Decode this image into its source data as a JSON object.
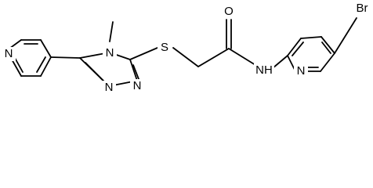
{
  "structure": {
    "atoms": [
      {
        "element": "N",
        "label": "N"
      },
      {
        "element": "N",
        "label": "N"
      },
      {
        "element": "N",
        "label": "N"
      },
      {
        "element": "N",
        "label": "N"
      },
      {
        "element": "S",
        "label": "S"
      },
      {
        "element": "O",
        "label": "O"
      },
      {
        "element": "N",
        "label": "NH"
      },
      {
        "element": "N",
        "label": "N"
      },
      {
        "element": "Br",
        "label": "Br"
      }
    ]
  },
  "colors": {
    "bonds": "#000000",
    "text": "#000000",
    "background": "#ffffff"
  }
}
